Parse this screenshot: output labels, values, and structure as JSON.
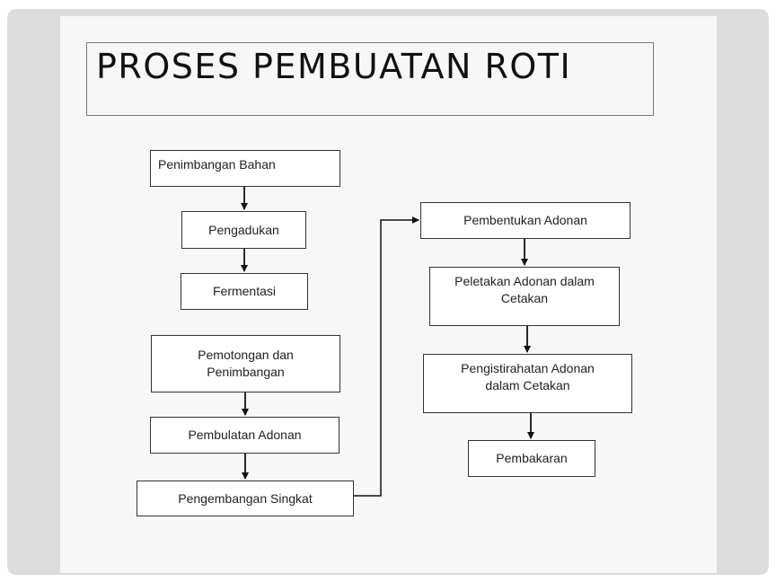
{
  "title": "PROSES PEMBUATAN ROTI",
  "steps": [
    "Penimbangan Bahan",
    "Pengadukan",
    "Fermentasi",
    "Pemotongan dan\nPenimbangan",
    "Pembulatan Adonan",
    "Pengembangan Singkat",
    "Pembentukan Adonan",
    "Peletakan Adonan dalam\nCetakan",
    "Pengistirahatan Adonan\ndalam Cetakan",
    "Pembakaran"
  ]
}
